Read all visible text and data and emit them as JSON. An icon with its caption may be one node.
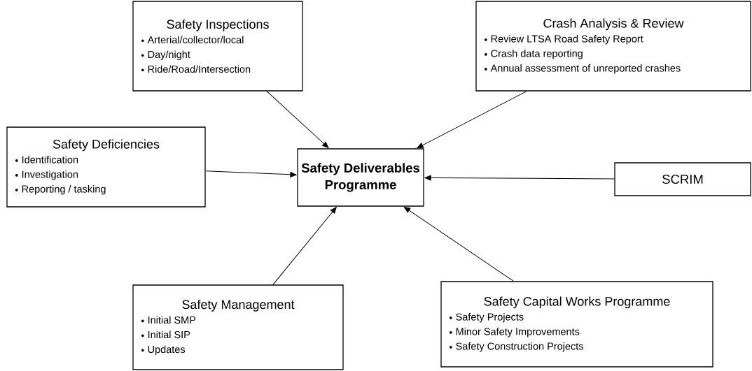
{
  "diagram": {
    "nodes": [
      {
        "text": [
          "Safety Inspections",
          "Arterial/collector/local",
          "Day/night",
          "Ride/Road/Intersection"
        ]
      },
      {
        "text": [
          "Crash Analysis & Review",
          "Review LTSA Road Safety Report",
          "Crash data reporting",
          "Annual assessment of unreported crashes"
        ]
      },
      {
        "text": [
          "Safety Deficiencies",
          "Identification",
          "Investigation",
          "Reporting / tasking"
        ]
      },
      {
        "text": [
          "Safety Deliverables Programme"
        ]
      },
      {
        "text": [
          "SCRIM"
        ]
      },
      {
        "text": [
          "Safety Management",
          "Initial SMP",
          "Initial SIP",
          "Updates"
        ]
      },
      {
        "text": [
          "Safety Capital Works Programme",
          "Safety Projects",
          "Minor Safety Improvements",
          "Safety Construction Projects"
        ]
      }
    ],
    "edges": [
      {
        "from": 0,
        "to": 3,
        "arrow": "to"
      },
      {
        "from": 1,
        "to": 3,
        "arrow": "to"
      },
      {
        "from": 2,
        "to": 3,
        "arrow": "to"
      },
      {
        "from": 4,
        "to": 3,
        "arrow": "to"
      },
      {
        "from": 5,
        "to": 3,
        "arrow": "to"
      },
      {
        "from": 6,
        "to": 3,
        "arrow": "to"
      }
    ]
  }
}
